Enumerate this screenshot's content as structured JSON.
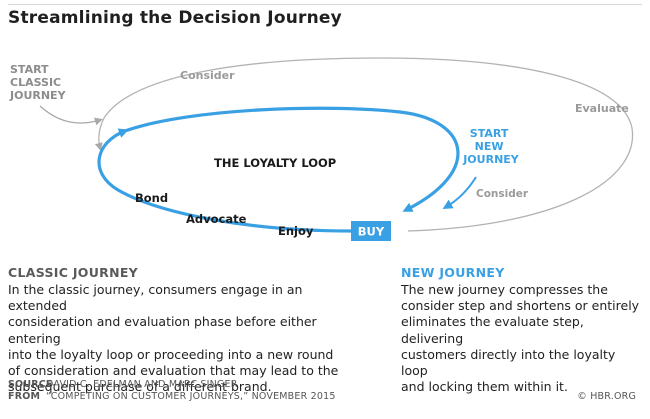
{
  "title": "Streamlining the Decision Journey",
  "diagram": {
    "start_classic": [
      "START",
      "CLASSIC",
      "JOURNEY"
    ],
    "consider_classic": "Consider",
    "evaluate": "Evaluate",
    "start_new": [
      "START",
      "NEW",
      "JOURNEY"
    ],
    "consider_new": "Consider",
    "loyalty_loop": "THE LOYALTY LOOP",
    "bond": "Bond",
    "advocate": "Advocate",
    "enjoy": "Enjoy",
    "buy": "BUY"
  },
  "colors": {
    "blue": "#3aa0e4",
    "gray": "#b3b3b3"
  },
  "classic": {
    "heading": "CLASSIC JOURNEY",
    "lines": [
      "In the classic journey, consumers engage in an extended",
      "consideration and evaluation phase before either entering",
      "into the loyalty loop or proceeding into a new round",
      "of consideration and evaluation that may lead to the",
      "subsequent purchase of a different brand."
    ]
  },
  "new_journey": {
    "heading": "NEW JOURNEY",
    "lines": [
      "The new journey compresses the",
      "consider step and shortens or entirely",
      "eliminates the evaluate step, delivering",
      "customers directly into the loyalty loop",
      "and locking them within it."
    ]
  },
  "footer": {
    "source_key": "SOURCE",
    "source_text": "DAVID C. EDELMAN AND MARC SINGER",
    "from_key": "FROM",
    "from_text": "“COMPETING ON CUSTOMER JOURNEYS,” NOVEMBER 2015",
    "copyright": "© HBR.ORG"
  }
}
